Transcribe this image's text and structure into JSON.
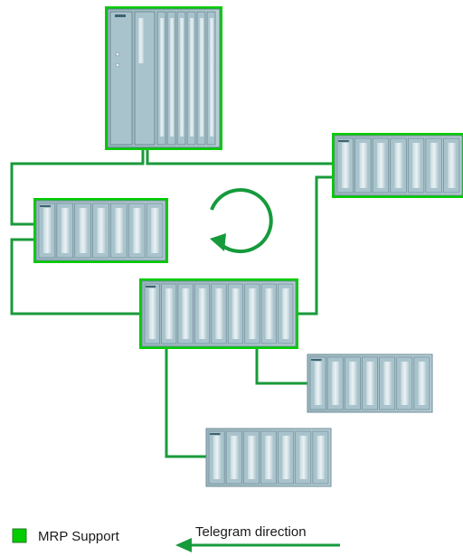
{
  "diagram": {
    "kind": "MRP ring topology",
    "colors": {
      "mrp_green": "#00cc00",
      "line_green": "#1a9a3a",
      "arrow_green": "#169a3c",
      "device_body": "#a9c3cc",
      "device_dark": "#7f9ea9",
      "slot_light": "#cfe0e6",
      "slot_lighter": "#e6f0f3"
    },
    "legend": {
      "mrp_label": "MRP Support",
      "telegram_label": "Telegram direction"
    },
    "devices": [
      {
        "id": "cpu-rack",
        "kind": "controller",
        "mrp_support": true
      },
      {
        "id": "station-right",
        "kind": "io-station",
        "mrp_support": true
      },
      {
        "id": "station-left",
        "kind": "io-station",
        "mrp_support": true
      },
      {
        "id": "station-center",
        "kind": "io-station",
        "mrp_support": true
      },
      {
        "id": "station-lower-right",
        "kind": "io-station",
        "mrp_support": false
      },
      {
        "id": "station-bottom",
        "kind": "io-station",
        "mrp_support": false
      }
    ],
    "ring_rotation_icon": "circular-arrow-icon"
  }
}
